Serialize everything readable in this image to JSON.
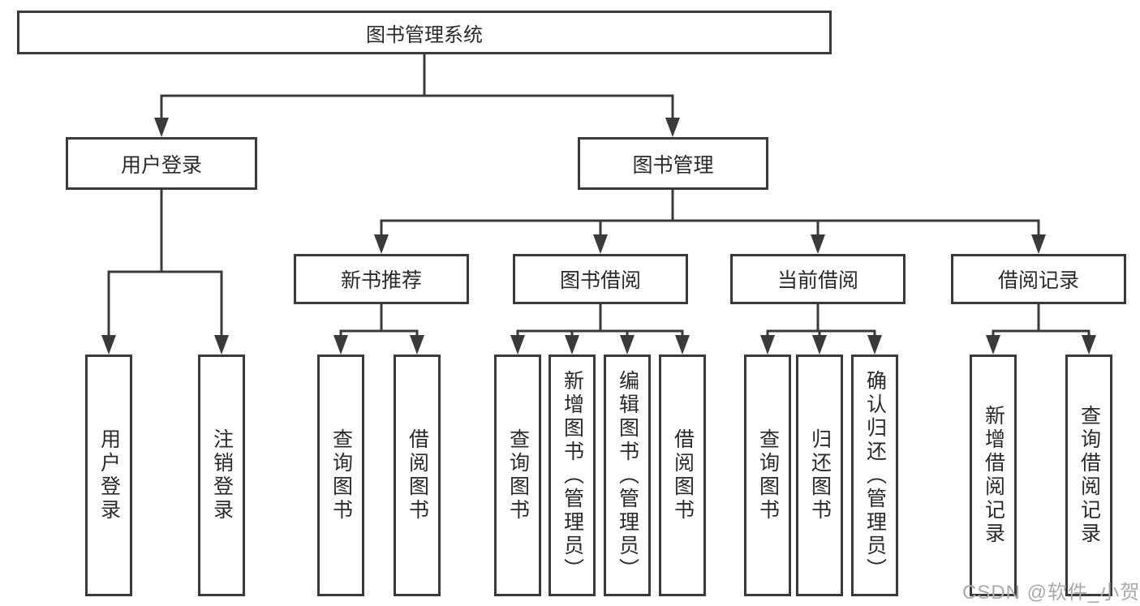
{
  "colors": {
    "line": "#3a3a3a",
    "node_border": "#3a3a3a",
    "text": "#2a2a2a",
    "watermark": "#a9a9a9",
    "background": "#ffffff"
  },
  "root": {
    "label": "图书管理系统"
  },
  "level2": [
    {
      "label": "用户登录"
    },
    {
      "label": "图书管理"
    }
  ],
  "level3": [
    {
      "label": "新书推荐"
    },
    {
      "label": "图书借阅"
    },
    {
      "label": "当前借阅"
    },
    {
      "label": "借阅记录"
    }
  ],
  "leaves": {
    "user_login": [
      {
        "label": "用户登录"
      },
      {
        "label": "注销登录"
      }
    ],
    "new_book": [
      {
        "label": "查询图书"
      },
      {
        "label": "借阅图书"
      }
    ],
    "book_borrow": [
      {
        "label": "查询图书"
      },
      {
        "label": "新增图书（管理员）"
      },
      {
        "label": "编辑图书（管理员）"
      },
      {
        "label": "借阅图书"
      }
    ],
    "current_borrow": [
      {
        "label": "查询图书"
      },
      {
        "label": "归还图书"
      },
      {
        "label": "确认归还（管理员）"
      }
    ],
    "borrow_records": [
      {
        "label": "新增借阅记录"
      },
      {
        "label": "查询借阅记录"
      }
    ]
  },
  "watermark": {
    "text": "CSDN @软件_小贺同学"
  }
}
